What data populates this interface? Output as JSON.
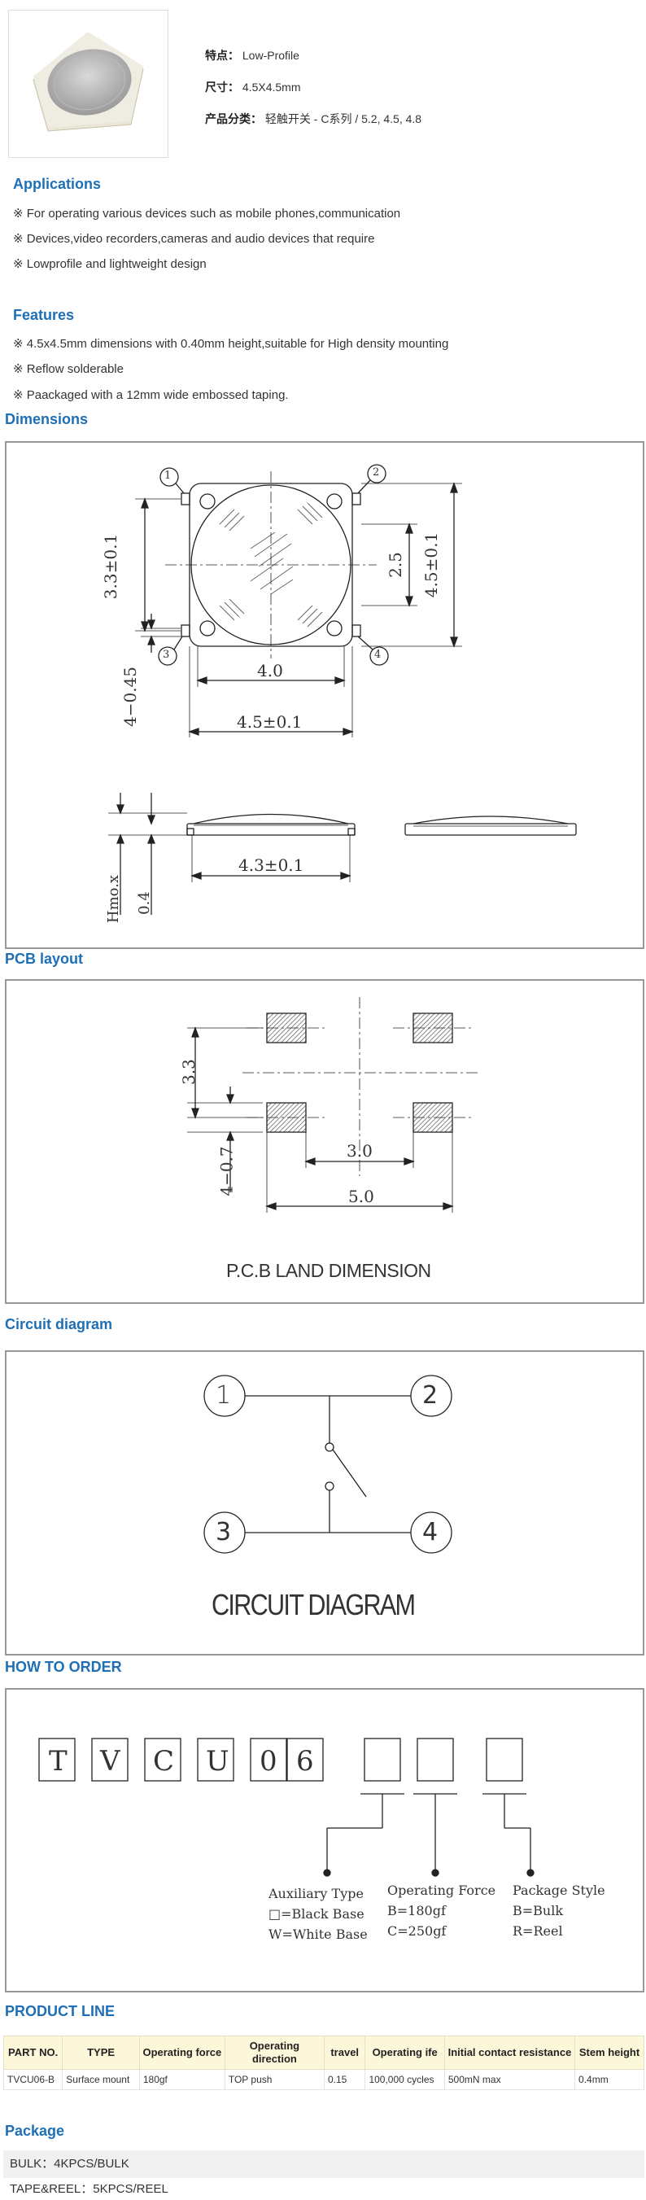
{
  "product": {
    "feature_label": "特点：",
    "feature_value": "Low-Profile",
    "size_label": "尺寸：",
    "size_value": "4.5X4.5mm",
    "category_label": "产品分类：",
    "category_value": "轻触开关 - C系列 / 5.2, 4.5, 4.8"
  },
  "applications": {
    "title": "Applications",
    "items": [
      "※ For operating various devices such as mobile phones,communication",
      "※ Devices,video recorders,cameras and audio devices that require",
      "※ Lowprofile and lightweight design"
    ]
  },
  "features": {
    "title": "Features",
    "items": [
      "※ 4.5x4.5mm dimensions with 0.40mm height,suitable for High density mounting",
      "※ Reflow solderable",
      "※ Paackaged with a 12mm wide embossed taping."
    ]
  },
  "dimensions": {
    "title": "Dimensions",
    "pin_labels": [
      "1",
      "2",
      "3",
      "4"
    ],
    "dim_33": "3.3±0.1",
    "dim_25": "2.5",
    "dim_45v": "4.5±0.1",
    "dim_40": "4.0",
    "dim_45h": "4.5±0.1",
    "dim_pin": "4−0.45",
    "dim_43": "4.3±0.1",
    "dim_max": "Hmo.x",
    "dim_04": "0.4"
  },
  "pcb": {
    "title": "PCB layout",
    "dim_33": "3.3",
    "dim_30": "3.0",
    "dim_07": "4−0.7",
    "dim_50": "5.0",
    "caption": "P.C.B LAND DIMENSION"
  },
  "circuit": {
    "title": "Circuit diagram",
    "nodes": [
      "1",
      "2",
      "3",
      "4"
    ],
    "caption": "CIRCUIT DIAGRAM"
  },
  "order": {
    "title": "HOW TO ORDER",
    "code_letters": [
      "T",
      "V",
      "C",
      "U",
      "0",
      "6"
    ],
    "aux": [
      "Auxiliary Type",
      "□=Black Base",
      "W=White Base"
    ],
    "force": [
      "Operating Force",
      "B=180gf",
      "C=250gf"
    ],
    "pkg": [
      "Package Style",
      "B=Bulk",
      "R=Reel"
    ]
  },
  "product_line": {
    "title": "PRODUCT LINE",
    "headers": [
      "PART NO.",
      "TYPE",
      "Operating force",
      "Operating direction",
      "travel",
      "Operating ife",
      "Initial contact resistance",
      "Stem height"
    ],
    "row": [
      "TVCU06-B",
      "Surface mount",
      "180gf",
      "TOP push",
      "0.15",
      "100,000 cycles",
      "500mN max",
      "0.4mm"
    ]
  },
  "package": {
    "title": "Package",
    "rows": [
      "BULK：4KPCS/BULK",
      "TAPE&REEL：5KPCS/REEL"
    ]
  },
  "colors": {
    "accent": "#1e6fb5",
    "table_header_bg": "#fdf7d9",
    "package_row_bg": "#f0f0f0"
  }
}
